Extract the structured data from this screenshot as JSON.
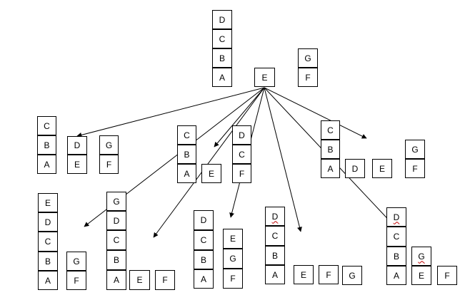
{
  "blocks": {
    "t_D": "D",
    "t_C": "C",
    "t_B": "B",
    "t_A": "A",
    "t_E": "E",
    "t_G": "G",
    "t_F": "F",
    "s1_C": "C",
    "s1_B": "B",
    "s1_A": "A",
    "s1_D": "D",
    "s1_E": "E",
    "s1_G": "G",
    "s1_F": "F",
    "s2_C": "C",
    "s2_B": "B",
    "s2_A": "A",
    "s2_E": "E",
    "s2_D": "D",
    "s2_C2": "C",
    "s2_F": "F",
    "s3_C": "C",
    "s3_B": "B",
    "s3_A": "A",
    "s3_D": "D",
    "s3_E": "E",
    "s3_G": "G",
    "s3_F": "F",
    "s4_E": "E",
    "s4_D": "D",
    "s4_C": "C",
    "s4_B": "B",
    "s4_A": "A",
    "s4_G": "G",
    "s4_F": "F",
    "s5_G": "G",
    "s5_D": "D",
    "s5_C": "C",
    "s5_B": "B",
    "s5_A": "A",
    "s5_E": "E",
    "s5_F": "F",
    "s6_D": "D",
    "s6_C": "C",
    "s6_B": "B",
    "s6_A": "A",
    "s6_E": "E",
    "s6_G": "G",
    "s6_F": "F",
    "s7_D": "D",
    "s7_C": "C",
    "s7_B": "B",
    "s7_A": "A",
    "s7_E": "E",
    "s7_F": "F",
    "s7_G": "G",
    "s8_D": "D",
    "s8_C": "C",
    "s8_B": "B",
    "s8_A": "A",
    "s8_G": "G",
    "s8_E": "E",
    "s8_F": "F"
  }
}
